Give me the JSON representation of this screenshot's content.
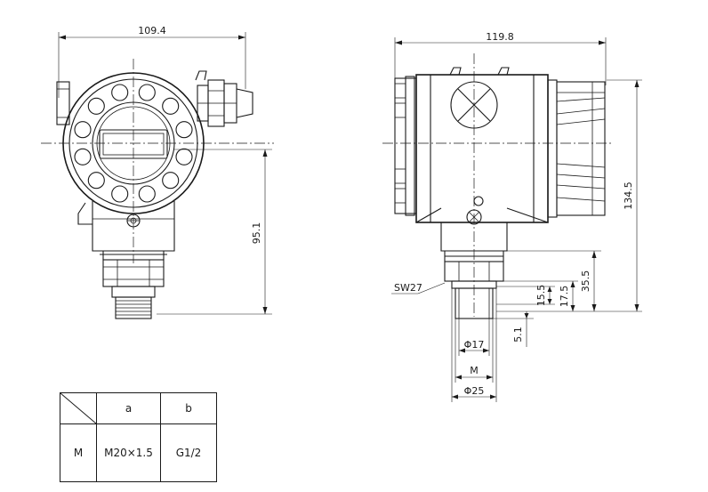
{
  "front_view": {
    "width_dim": "109.4",
    "height_dim": "95.1"
  },
  "side_view": {
    "width_dim": "119.8",
    "total_height_dim": "134.5",
    "lower_height_dim": "35.5",
    "dim_17_5": "17.5",
    "dim_15_5": "15.5",
    "dim_5_1": "5.1",
    "wrench_label": "SW27",
    "thread_dia_dim": "Φ17",
    "thread_m_dim": "M",
    "outer_dia_dim": "Φ25"
  },
  "thread_table": {
    "header_a": "a",
    "header_b": "b",
    "row_label": "M",
    "value_a": "M20×1.5",
    "value_b": "G1/2"
  }
}
